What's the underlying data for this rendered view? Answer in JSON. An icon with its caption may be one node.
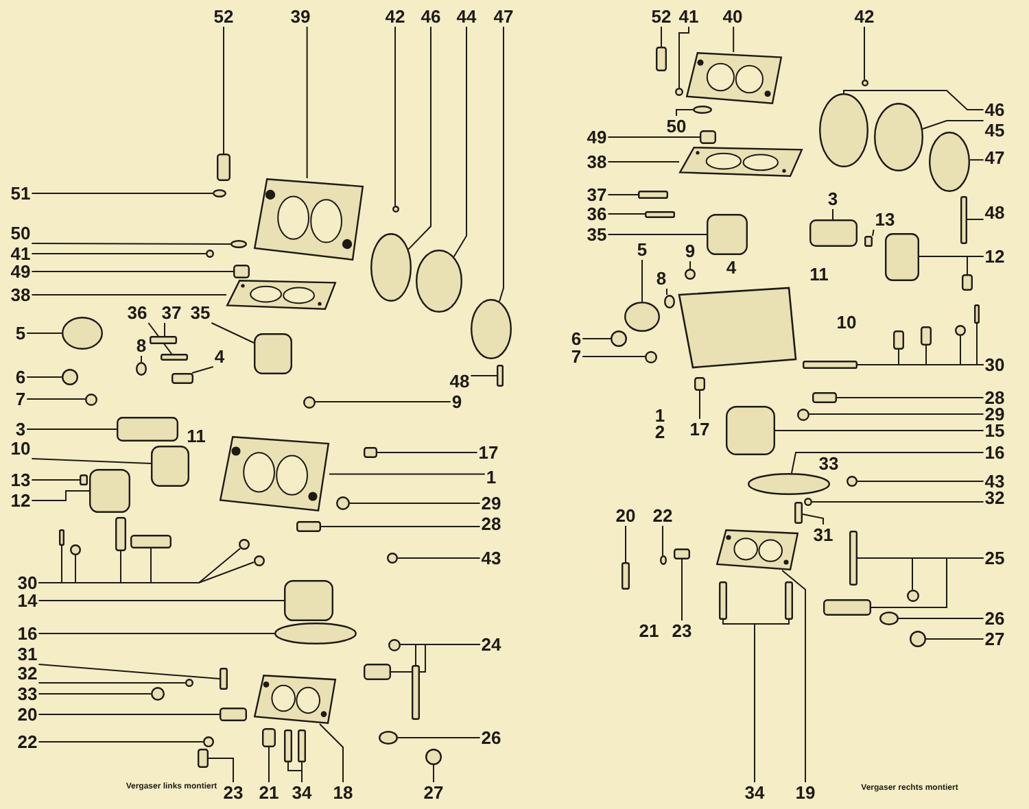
{
  "diagram": {
    "nodes": [
      {
        "text": [
          "52"
        ]
      },
      {
        "text": [
          "39"
        ]
      },
      {
        "text": [
          "42"
        ]
      },
      {
        "text": [
          "46"
        ]
      },
      {
        "text": [
          "44"
        ]
      },
      {
        "text": [
          "47"
        ]
      },
      {
        "text": [
          "51"
        ]
      },
      {
        "text": [
          "50"
        ]
      },
      {
        "text": [
          "41"
        ]
      },
      {
        "text": [
          "49"
        ]
      },
      {
        "text": [
          "38"
        ]
      },
      {
        "text": [
          "36"
        ]
      },
      {
        "text": [
          "37"
        ]
      },
      {
        "text": [
          "35"
        ]
      },
      {
        "text": [
          "5"
        ]
      },
      {
        "text": [
          "8"
        ]
      },
      {
        "text": [
          "4"
        ]
      },
      {
        "text": [
          "48"
        ]
      },
      {
        "text": [
          "6"
        ]
      },
      {
        "text": [
          "7"
        ]
      },
      {
        "text": [
          "9"
        ]
      },
      {
        "text": [
          "3"
        ]
      },
      {
        "text": [
          "10"
        ]
      },
      {
        "text": [
          "17"
        ]
      },
      {
        "text": [
          "13"
        ]
      },
      {
        "text": [
          "12"
        ]
      },
      {
        "text": [
          "1"
        ]
      },
      {
        "text": [
          "29"
        ]
      },
      {
        "text": [
          "28"
        ]
      },
      {
        "text": [
          "30"
        ]
      },
      {
        "text": [
          "43"
        ]
      },
      {
        "text": [
          "14"
        ]
      },
      {
        "text": [
          "16"
        ]
      },
      {
        "text": [
          "24"
        ]
      },
      {
        "text": [
          "31"
        ]
      },
      {
        "text": [
          "32"
        ]
      },
      {
        "text": [
          "33"
        ]
      },
      {
        "text": [
          "20"
        ]
      },
      {
        "text": [
          "22"
        ]
      },
      {
        "text": [
          "26"
        ]
      },
      {
        "text": [
          "23"
        ]
      },
      {
        "text": [
          "21"
        ]
      },
      {
        "text": [
          "34"
        ]
      },
      {
        "text": [
          "18"
        ]
      },
      {
        "text": [
          "27"
        ]
      },
      {
        "text": [
          "52"
        ]
      },
      {
        "text": [
          "41"
        ]
      },
      {
        "text": [
          "40"
        ]
      },
      {
        "text": [
          "42"
        ]
      },
      {
        "text": [
          "50"
        ]
      },
      {
        "text": [
          "49"
        ]
      },
      {
        "text": [
          "38"
        ]
      },
      {
        "text": [
          "37"
        ]
      },
      {
        "text": [
          "36"
        ]
      },
      {
        "text": [
          "35"
        ]
      },
      {
        "text": [
          "3"
        ]
      },
      {
        "text": [
          "46"
        ]
      },
      {
        "text": [
          "45"
        ]
      },
      {
        "text": [
          "47"
        ]
      },
      {
        "text": [
          "48"
        ]
      },
      {
        "text": [
          "13"
        ]
      },
      {
        "text": [
          "12"
        ]
      },
      {
        "text": [
          "5"
        ]
      },
      {
        "text": [
          "9"
        ]
      },
      {
        "text": [
          "8"
        ]
      },
      {
        "text": [
          "6"
        ]
      },
      {
        "text": [
          "7"
        ]
      },
      {
        "text": [
          "30"
        ]
      },
      {
        "text": [
          "28"
        ]
      },
      {
        "text": [
          "29"
        ]
      },
      {
        "text": [
          "17"
        ]
      },
      {
        "text": [
          "15"
        ]
      },
      {
        "text": [
          "16"
        ]
      },
      {
        "text": [
          "43"
        ]
      },
      {
        "text": [
          "32"
        ]
      },
      {
        "text": [
          "20"
        ]
      },
      {
        "text": [
          "22"
        ]
      },
      {
        "text": [
          "31"
        ]
      },
      {
        "text": [
          "25"
        ]
      },
      {
        "text": [
          "23"
        ]
      },
      {
        "text": [
          "26"
        ]
      },
      {
        "text": [
          "27"
        ]
      },
      {
        "text": [
          "34"
        ]
      },
      {
        "text": [
          "19"
        ]
      },
      {
        "text": [],
        "shape": "box"
      },
      {
        "text": [],
        "shape": "picture"
      },
      {
        "text": [],
        "shape": "circle"
      },
      {
        "text": [],
        "shape": "circle"
      },
      {
        "text": [],
        "shape": "circle"
      },
      {
        "text": [],
        "shape": "circle"
      },
      {
        "text": [],
        "shape": "circle"
      },
      {
        "text": [],
        "shape": "circle"
      },
      {
        "text": [],
        "shape": "circle"
      },
      {
        "text": [],
        "shape": "box"
      },
      {
        "text": [],
        "shape": "picture"
      },
      {
        "text": [],
        "shape": "box"
      },
      {
        "text": [],
        "shape": "box"
      },
      {
        "text": [],
        "shape": "box"
      },
      {
        "text": [],
        "shape": "circle"
      },
      {
        "text": [],
        "shape": "circle"
      },
      {
        "text": [],
        "shape": "box"
      },
      {
        "text": [],
        "shape": "box"
      },
      {
        "text": [],
        "shape": "circle"
      },
      {
        "text": [],
        "shape": "circle"
      },
      {
        "text": [],
        "shape": "circle"
      },
      {
        "text": [],
        "shape": "box"
      },
      {
        "text": [],
        "shape": "box"
      },
      {
        "text": [],
        "shape": "box"
      },
      {
        "text": [],
        "shape": "box"
      },
      {
        "text": [],
        "shape": "box"
      },
      {
        "text": [],
        "shape": "picture"
      },
      {
        "text": [],
        "shape": "circle"
      },
      {
        "text": [],
        "shape": "box"
      },
      {
        "text": [],
        "shape": "box"
      },
      {
        "text": [],
        "shape": "circle"
      },
      {
        "text": [],
        "shape": "box"
      },
      {
        "text": [],
        "shape": "box"
      },
      {
        "text": [],
        "shape": "circle"
      },
      {
        "text": [],
        "shape": "circle"
      },
      {
        "text": [],
        "shape": "circle"
      },
      {
        "text": [],
        "shape": "box"
      },
      {
        "text": [],
        "shape": "circle"
      },
      {
        "text": [],
        "shape": "circle"
      },
      {
        "text": [],
        "shape": "box"
      },
      {
        "text": [],
        "shape": "box"
      },
      {
        "text": [],
        "shape": "box"
      },
      {
        "text": [],
        "shape": "circle"
      },
      {
        "text": [],
        "shape": "circle"
      },
      {
        "text": [],
        "shape": "box"
      },
      {
        "text": [],
        "shape": "circle"
      },
      {
        "text": [],
        "shape": "circle"
      },
      {
        "text": [],
        "shape": "box"
      },
      {
        "text": [],
        "shape": "box"
      },
      {
        "text": [],
        "shape": "box"
      },
      {
        "text": [],
        "shape": "box"
      },
      {
        "text": [],
        "shape": "picture"
      },
      {
        "text": [],
        "shape": "circle"
      },
      {
        "text": [],
        "shape": "box"
      },
      {
        "text": [],
        "shape": "circle"
      },
      {
        "text": [],
        "shape": "picture"
      },
      {
        "text": [],
        "shape": "circle"
      },
      {
        "text": [],
        "shape": "circle"
      },
      {
        "text": [],
        "shape": "box"
      },
      {
        "text": [],
        "shape": "picture"
      },
      {
        "text": [],
        "shape": "box"
      },
      {
        "text": [],
        "shape": "box"
      },
      {
        "text": [],
        "shape": "box"
      },
      {
        "text": [],
        "shape": "box"
      },
      {
        "text": [],
        "shape": "circle"
      },
      {
        "text": [],
        "shape": "circle"
      },
      {
        "text": [],
        "shape": "circle"
      },
      {
        "text": [],
        "shape": "box"
      },
      {
        "text": [],
        "shape": "box"
      },
      {
        "text": [],
        "shape": "box"
      },
      {
        "text": [],
        "shape": "box"
      },
      {
        "text": [],
        "shape": "circle"
      },
      {
        "text": [],
        "shape": "circle"
      },
      {
        "text": [],
        "shape": "circle"
      },
      {
        "text": [],
        "shape": "circle"
      },
      {
        "text": [],
        "shape": "circle"
      },
      {
        "text": [],
        "shape": "box"
      },
      {
        "text": [],
        "shape": "box"
      },
      {
        "text": [],
        "shape": "box"
      },
      {
        "text": [],
        "shape": "circle"
      },
      {
        "text": [],
        "shape": "box"
      },
      {
        "text": [],
        "shape": "box"
      },
      {
        "text": [],
        "shape": "circle"
      },
      {
        "text": [],
        "shape": "box"
      },
      {
        "text": [],
        "shape": "box"
      },
      {
        "text": [],
        "shape": "circle"
      },
      {
        "text": [],
        "shape": "circle"
      },
      {
        "text": [],
        "shape": "circle"
      },
      {
        "text": [],
        "shape": "box"
      },
      {
        "text": [],
        "shape": "circle"
      },
      {
        "text": [],
        "shape": "box"
      },
      {
        "text": [],
        "shape": "box"
      },
      {
        "text": [],
        "shape": "circle"
      },
      {
        "text": [],
        "shape": "box"
      },
      {
        "text": [],
        "shape": "box"
      },
      {
        "text": [],
        "shape": "circle"
      },
      {
        "text": [],
        "shape": "circle"
      },
      {
        "text": [],
        "shape": "box"
      },
      {
        "text": [],
        "shape": "box"
      },
      {
        "text": [],
        "shape": "picture"
      }
    ],
    "edges": [
      {
        "from": 0,
        "to": 84,
        "arrow": "none"
      },
      {
        "from": 1,
        "to": 85,
        "arrow": "none"
      },
      {
        "from": 2,
        "to": 86,
        "arrow": "none"
      },
      {
        "from": 3,
        "to": 87,
        "arrow": "none"
      },
      {
        "from": 4,
        "to": 88,
        "arrow": "none"
      },
      {
        "from": 5,
        "to": 89,
        "arrow": "none"
      },
      {
        "from": 6,
        "to": 90,
        "arrow": "none"
      },
      {
        "from": 7,
        "to": 91,
        "arrow": "none"
      },
      {
        "from": 8,
        "to": 92,
        "arrow": "none"
      },
      {
        "from": 9,
        "to": 93,
        "arrow": "none"
      },
      {
        "from": 10,
        "to": 94,
        "arrow": "none"
      },
      {
        "from": 11,
        "to": 95,
        "arrow": "none"
      },
      {
        "from": 12,
        "to": 96,
        "arrow": "none"
      },
      {
        "from": 13,
        "to": 97,
        "arrow": "none"
      },
      {
        "from": 14,
        "to": 98,
        "arrow": "none"
      },
      {
        "from": 15,
        "to": 99,
        "arrow": "none"
      },
      {
        "from": 16,
        "to": 100,
        "arrow": "none"
      },
      {
        "from": 17,
        "to": 101,
        "arrow": "none"
      },
      {
        "from": 18,
        "to": 102,
        "arrow": "none"
      },
      {
        "from": 19,
        "to": 103,
        "arrow": "none"
      },
      {
        "from": 20,
        "to": 104,
        "arrow": "none"
      },
      {
        "from": 21,
        "to": 105,
        "arrow": "none"
      },
      {
        "from": 22,
        "to": 106,
        "arrow": "none"
      },
      {
        "from": 23,
        "to": 107,
        "arrow": "none"
      },
      {
        "from": 24,
        "to": 108,
        "arrow": "none"
      },
      {
        "from": 25,
        "to": 109,
        "arrow": "none"
      },
      {
        "from": 26,
        "to": 110,
        "arrow": "none"
      },
      {
        "from": 27,
        "to": 111,
        "arrow": "none"
      },
      {
        "from": 28,
        "to": 112,
        "arrow": "none"
      },
      {
        "from": 29,
        "to": 113,
        "arrow": "none"
      },
      {
        "from": 29,
        "to": 114,
        "arrow": "none"
      },
      {
        "from": 29,
        "to": 115,
        "arrow": "none"
      },
      {
        "from": 29,
        "to": 116,
        "arrow": "none"
      },
      {
        "from": 29,
        "to": 117,
        "arrow": "none"
      },
      {
        "from": 29,
        "to": 118,
        "arrow": "none"
      },
      {
        "from": 30,
        "to": 119,
        "arrow": "none"
      },
      {
        "from": 31,
        "to": 120,
        "arrow": "none"
      },
      {
        "from": 32,
        "to": 121,
        "arrow": "none"
      },
      {
        "from": 33,
        "to": 122,
        "arrow": "none"
      },
      {
        "from": 33,
        "to": 123,
        "arrow": "none"
      },
      {
        "from": 33,
        "to": 124,
        "arrow": "none"
      },
      {
        "from": 34,
        "to": 125,
        "arrow": "none"
      },
      {
        "from": 35,
        "to": 126,
        "arrow": "none"
      },
      {
        "from": 36,
        "to": 127,
        "arrow": "none"
      },
      {
        "from": 37,
        "to": 128,
        "arrow": "none"
      },
      {
        "from": 38,
        "to": 129,
        "arrow": "none"
      },
      {
        "from": 39,
        "to": 130,
        "arrow": "none"
      },
      {
        "from": 40,
        "to": 131,
        "arrow": "none"
      },
      {
        "from": 41,
        "to": 132,
        "arrow": "none"
      },
      {
        "from": 42,
        "to": 133,
        "arrow": "none"
      },
      {
        "from": 42,
        "to": 134,
        "arrow": "none"
      },
      {
        "from": 43,
        "to": 135,
        "arrow": "none"
      },
      {
        "from": 44,
        "to": 136,
        "arrow": "none"
      },
      {
        "from": 45,
        "to": 137,
        "arrow": "none"
      },
      {
        "from": 46,
        "to": 138,
        "arrow": "none"
      },
      {
        "from": 47,
        "to": 139,
        "arrow": "none"
      },
      {
        "from": 48,
        "to": 140,
        "arrow": "none"
      },
      {
        "from": 49,
        "to": 141,
        "arrow": "none"
      },
      {
        "from": 50,
        "to": 142,
        "arrow": "none"
      },
      {
        "from": 51,
        "to": 143,
        "arrow": "none"
      },
      {
        "from": 52,
        "to": 144,
        "arrow": "none"
      },
      {
        "from": 53,
        "to": 145,
        "arrow": "none"
      },
      {
        "from": 54,
        "to": 146,
        "arrow": "none"
      },
      {
        "from": 55,
        "to": 147,
        "arrow": "none"
      },
      {
        "from": 56,
        "to": 148,
        "arrow": "none"
      },
      {
        "from": 57,
        "to": 149,
        "arrow": "none"
      },
      {
        "from": 58,
        "to": 150,
        "arrow": "none"
      },
      {
        "from": 59,
        "to": 151,
        "arrow": "none"
      },
      {
        "from": 60,
        "to": 152,
        "arrow": "none"
      },
      {
        "from": 61,
        "to": 153,
        "arrow": "none"
      },
      {
        "from": 61,
        "to": 154,
        "arrow": "none"
      },
      {
        "from": 62,
        "to": 155,
        "arrow": "none"
      },
      {
        "from": 63,
        "to": 156,
        "arrow": "none"
      },
      {
        "from": 64,
        "to": 157,
        "arrow": "none"
      },
      {
        "from": 65,
        "to": 158,
        "arrow": "none"
      },
      {
        "from": 66,
        "to": 159,
        "arrow": "none"
      },
      {
        "from": 67,
        "to": 160,
        "arrow": "none"
      },
      {
        "from": 67,
        "to": 161,
        "arrow": "none"
      },
      {
        "from": 67,
        "to": 162,
        "arrow": "none"
      },
      {
        "from": 67,
        "to": 163,
        "arrow": "none"
      },
      {
        "from": 67,
        "to": 164,
        "arrow": "none"
      },
      {
        "from": 68,
        "to": 165,
        "arrow": "none"
      },
      {
        "from": 69,
        "to": 166,
        "arrow": "none"
      },
      {
        "from": 70,
        "to": 167,
        "arrow": "none"
      },
      {
        "from": 71,
        "to": 168,
        "arrow": "none"
      },
      {
        "from": 72,
        "to": 169,
        "arrow": "none"
      },
      {
        "from": 73,
        "to": 170,
        "arrow": "none"
      },
      {
        "from": 74,
        "to": 171,
        "arrow": "none"
      },
      {
        "from": 75,
        "to": 172,
        "arrow": "none"
      },
      {
        "from": 76,
        "to": 173,
        "arrow": "none"
      },
      {
        "from": 77,
        "to": 174,
        "arrow": "none"
      },
      {
        "from": 78,
        "to": 175,
        "arrow": "none"
      },
      {
        "from": 78,
        "to": 176,
        "arrow": "none"
      },
      {
        "from": 78,
        "to": 177,
        "arrow": "none"
      },
      {
        "from": 79,
        "to": 178,
        "arrow": "none"
      },
      {
        "from": 80,
        "to": 179,
        "arrow": "none"
      },
      {
        "from": 81,
        "to": 180,
        "arrow": "none"
      },
      {
        "from": 82,
        "to": 181,
        "arrow": "none"
      },
      {
        "from": 82,
        "to": 182,
        "arrow": "none"
      },
      {
        "from": 83,
        "to": 183,
        "arrow": "none"
      }
    ],
    "labels": [
      "11",
      "4",
      "11",
      "10",
      "1",
      "2",
      "33",
      "21",
      "Vergaser links montiert",
      "Vergaser rechts montiert"
    ]
  }
}
